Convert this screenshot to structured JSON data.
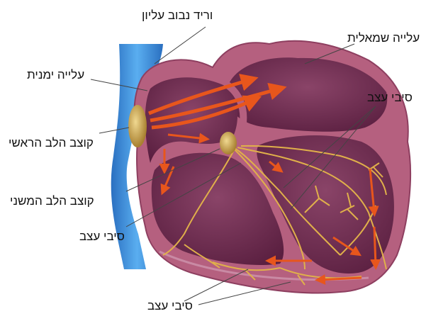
{
  "labels": {
    "superior_vena_cava": "וריד נבוב עליון",
    "left_atrium": "עלייה שמאלית",
    "right_atrium": "עלייה ימנית",
    "nerve_fibers_right": "סיבי עצב",
    "sa_node": "קוצב הלב הראשי",
    "av_node": "קוצב הלב המשני",
    "nerve_fibers_left": "סיבי עצב",
    "nerve_fibers_bottom": "סיבי עצב"
  },
  "colors": {
    "vena_cava": "#3b8fd9",
    "heart_outer": "#b5607f",
    "heart_inner": "#6e2a4f",
    "chamber": "#7a3558",
    "nerve": "#e0b04a",
    "arrow": "#e8561c",
    "node": "#c8a040"
  }
}
